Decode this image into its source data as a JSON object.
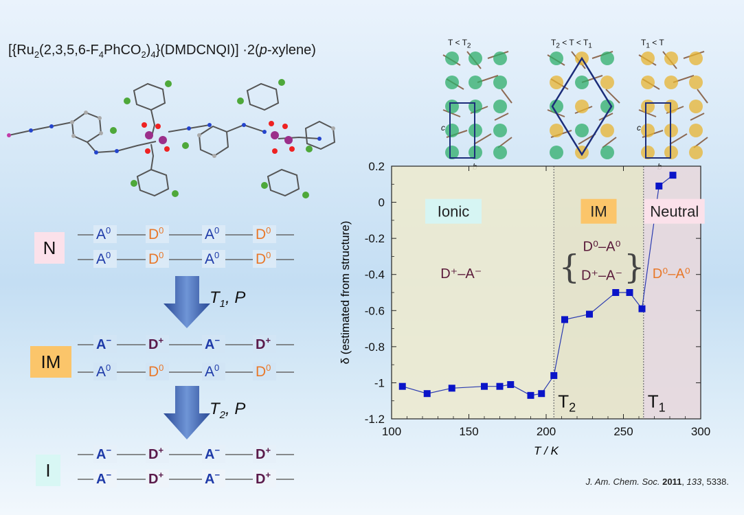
{
  "title": {
    "prefix": "[{Ru",
    "sub1": "2",
    "mid1": "(2,3,5,6-F",
    "sub2": "4",
    "mid2": "PhCO",
    "sub3": "2",
    "mid3": ")",
    "sub4": "4",
    "mid4": "}(DMDCNQI)]",
    "mid5": " ·2(",
    "italic": "p",
    "suffix": "-xylene)"
  },
  "scheme": {
    "phases": [
      {
        "label": "N",
        "color": "#fbe1ea"
      },
      {
        "label": "IM",
        "color": "#fbc56a"
      },
      {
        "label": "I",
        "color": "#d8f7f4"
      }
    ],
    "arrows": [
      {
        "label": "T",
        "sub": "1",
        "suffix": ", P"
      },
      {
        "label": "T",
        "sub": "2",
        "suffix": ", P"
      }
    ],
    "chain_neutral": {
      "a": "A",
      "a_sup": "0",
      "d": "D",
      "d_sup": "0"
    },
    "chain_ionic": {
      "a": "A",
      "a_sup": "−",
      "d": "D",
      "d_sup": "+"
    },
    "colors": {
      "acceptor": "#1e3aa8",
      "donor_neutral": "#e8782a",
      "donor_ionic": "#5a1a4a"
    }
  },
  "crystals": [
    {
      "label": "T < T",
      "sub": "2",
      "suffix": "",
      "axis_c": "c",
      "axis_b": "b"
    },
    {
      "label": "T",
      "sub": "2",
      "suffix": " < T < T",
      "sub2": "1",
      "axis_c": "",
      "axis_b": ""
    },
    {
      "label": "T",
      "sub": "1",
      "suffix": " < T",
      "axis_c": "c",
      "axis_b": "b"
    }
  ],
  "chart_data": {
    "type": "scatter",
    "xlabel": "T / K",
    "ylabel": "δ (estimated from structure)",
    "xlim": [
      100,
      300
    ],
    "ylim": [
      -1.2,
      0.2
    ],
    "xticks": [
      100,
      150,
      200,
      250,
      300
    ],
    "yticks": [
      -1.2,
      -1,
      -0.8,
      -0.6,
      -0.4,
      -0.2,
      0,
      0.2
    ],
    "x": [
      107,
      123,
      139,
      160,
      170,
      177,
      190,
      197,
      205,
      212,
      228,
      245,
      254,
      262,
      273,
      282
    ],
    "y": [
      -1.02,
      -1.06,
      -1.03,
      -1.02,
      -1.02,
      -1.01,
      -1.07,
      -1.06,
      -0.96,
      -0.65,
      -0.62,
      -0.5,
      -0.5,
      -0.59,
      0.09,
      0.15
    ],
    "marker_color": "#0a14c8",
    "line_color": "#2a3ab0",
    "regions": [
      {
        "from": 100,
        "to": 205,
        "color": "#ecead0",
        "name": "Ionic",
        "name_bg": "#d6f5f3",
        "formula": "D⁺–A⁻"
      },
      {
        "from": 205,
        "to": 263,
        "color": "#e7e3c8",
        "name": "IM",
        "name_bg": "#fbc56a",
        "formula1": "D⁰–A⁰",
        "formula2": "D⁺–A⁻"
      },
      {
        "from": 263,
        "to": 300,
        "color": "#e7d8dd",
        "name": "Neutral",
        "name_bg": "#fbe1ea",
        "formula": "D⁰–A⁰"
      }
    ],
    "transitions": [
      {
        "x": 205,
        "label": "T",
        "sub": "2"
      },
      {
        "x": 263,
        "label": "T",
        "sub": "1"
      }
    ]
  },
  "reference": {
    "journal": "J. Am. Chem. Soc.",
    "year": "2011",
    "volume": "133",
    "pages": ", 5338."
  }
}
